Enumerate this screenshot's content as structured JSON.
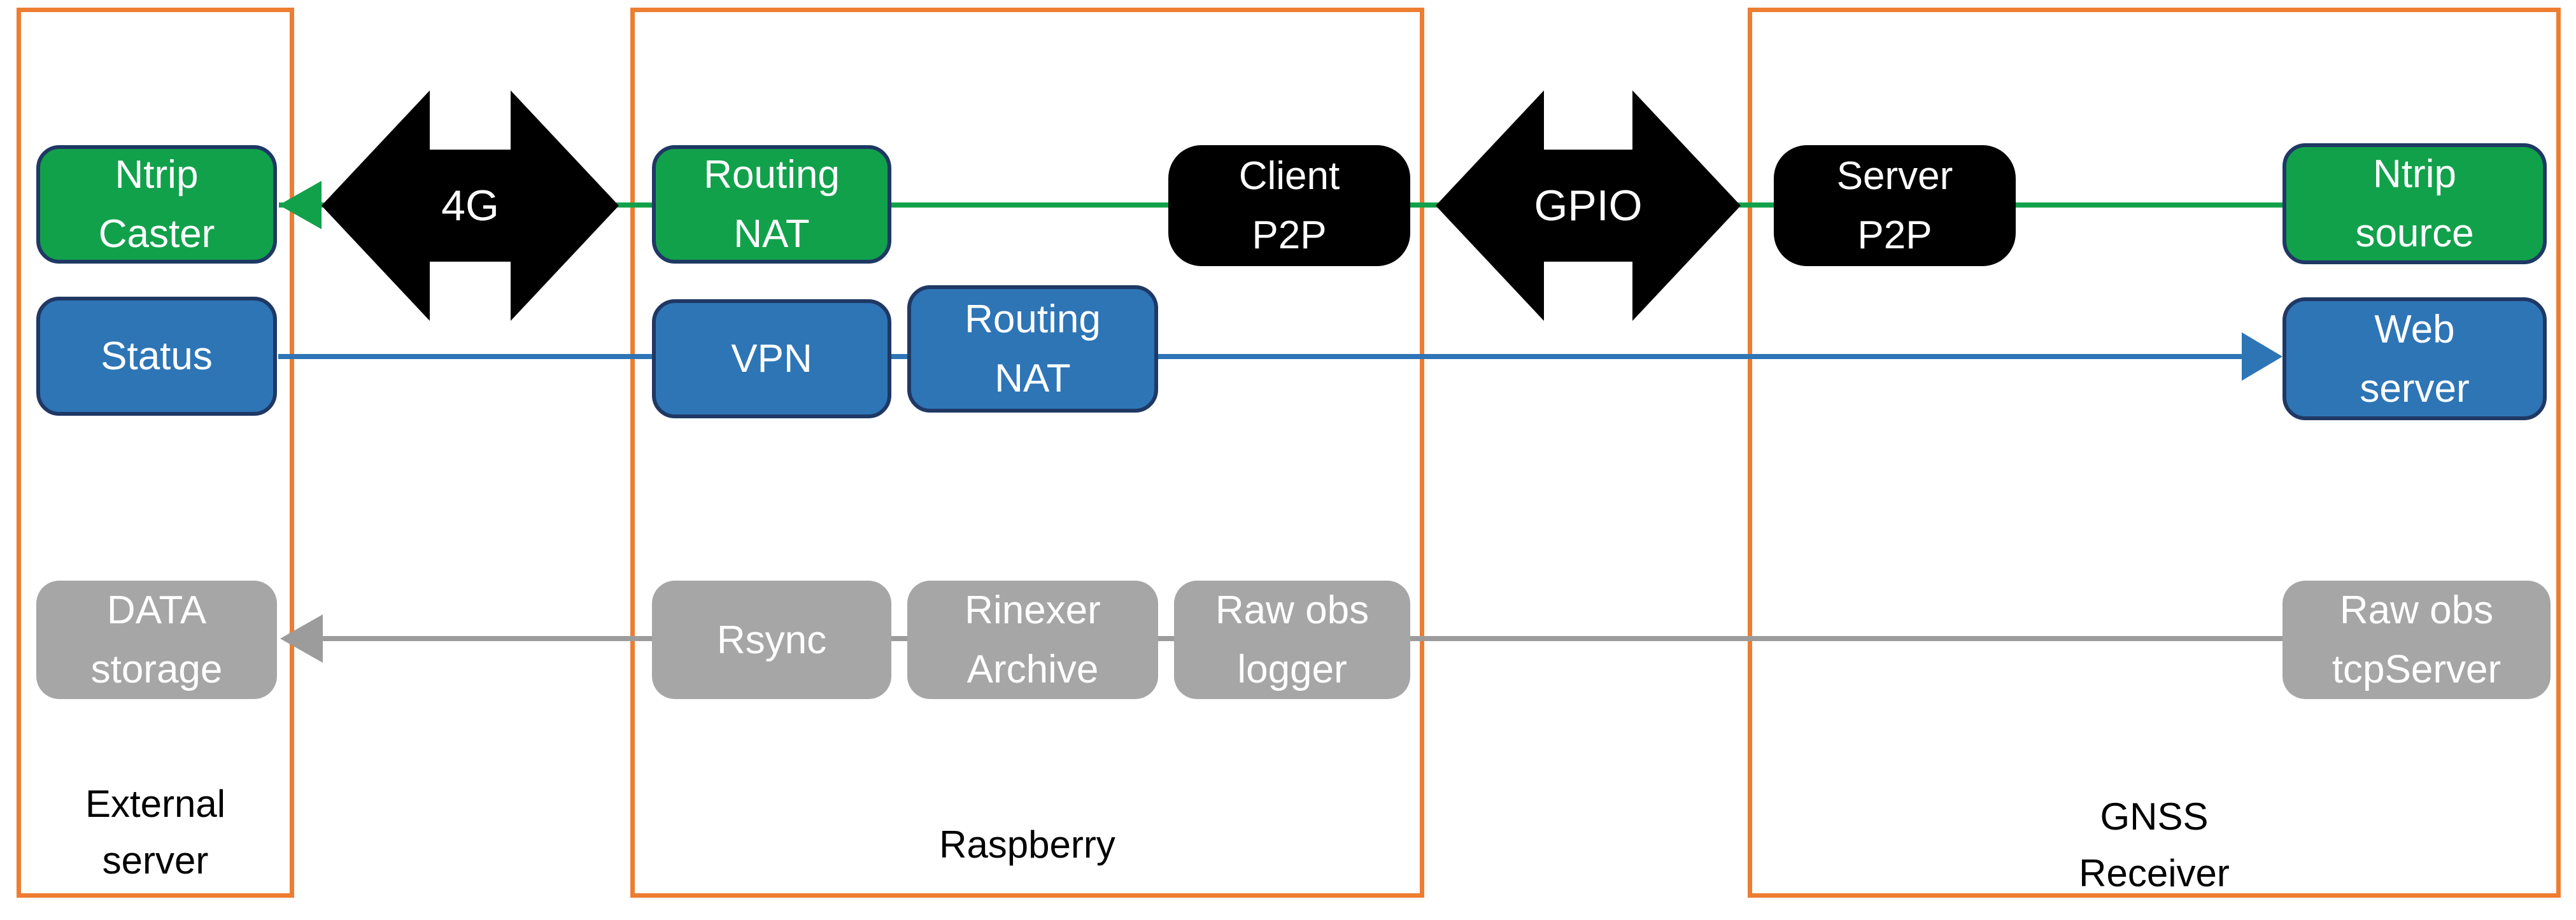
{
  "diagram": {
    "containers": {
      "external": {
        "label": "External\nserver"
      },
      "raspberry": {
        "label": "Raspberry"
      },
      "gnss": {
        "label": "GNSS\nReceiver"
      }
    },
    "nodes": {
      "ntrip_caster": {
        "label": "Ntrip\nCaster"
      },
      "routing_nat_wan": {
        "label": "Routing\nNAT"
      },
      "client_p2p": {
        "label": "Client\nP2P"
      },
      "server_p2p": {
        "label": "Server\nP2P"
      },
      "ntrip_source": {
        "label": "Ntrip\nsource"
      },
      "status": {
        "label": "Status"
      },
      "vpn": {
        "label": "VPN"
      },
      "routing_nat_vpn": {
        "label": "Routing\nNAT"
      },
      "web_server": {
        "label": "Web\nserver"
      },
      "data_storage": {
        "label": "DATA\nstorage"
      },
      "rsync": {
        "label": "Rsync"
      },
      "rinexer_archive": {
        "label": "Rinexer\nArchive"
      },
      "raw_obs_logger": {
        "label": "Raw obs\nlogger"
      },
      "raw_obs_tcpserver": {
        "label": "Raw obs\ntcpServer"
      }
    },
    "links": {
      "cellular": {
        "label": "4G"
      },
      "gpio": {
        "label": "GPIO"
      }
    },
    "colors": {
      "green": "#12A14B",
      "blue": "#2E75B6",
      "gray": "#A6A6A6",
      "linegray": "#9C9C9C",
      "orange": "#ED7D31",
      "navy": "#1F3864",
      "black": "#000000"
    }
  }
}
